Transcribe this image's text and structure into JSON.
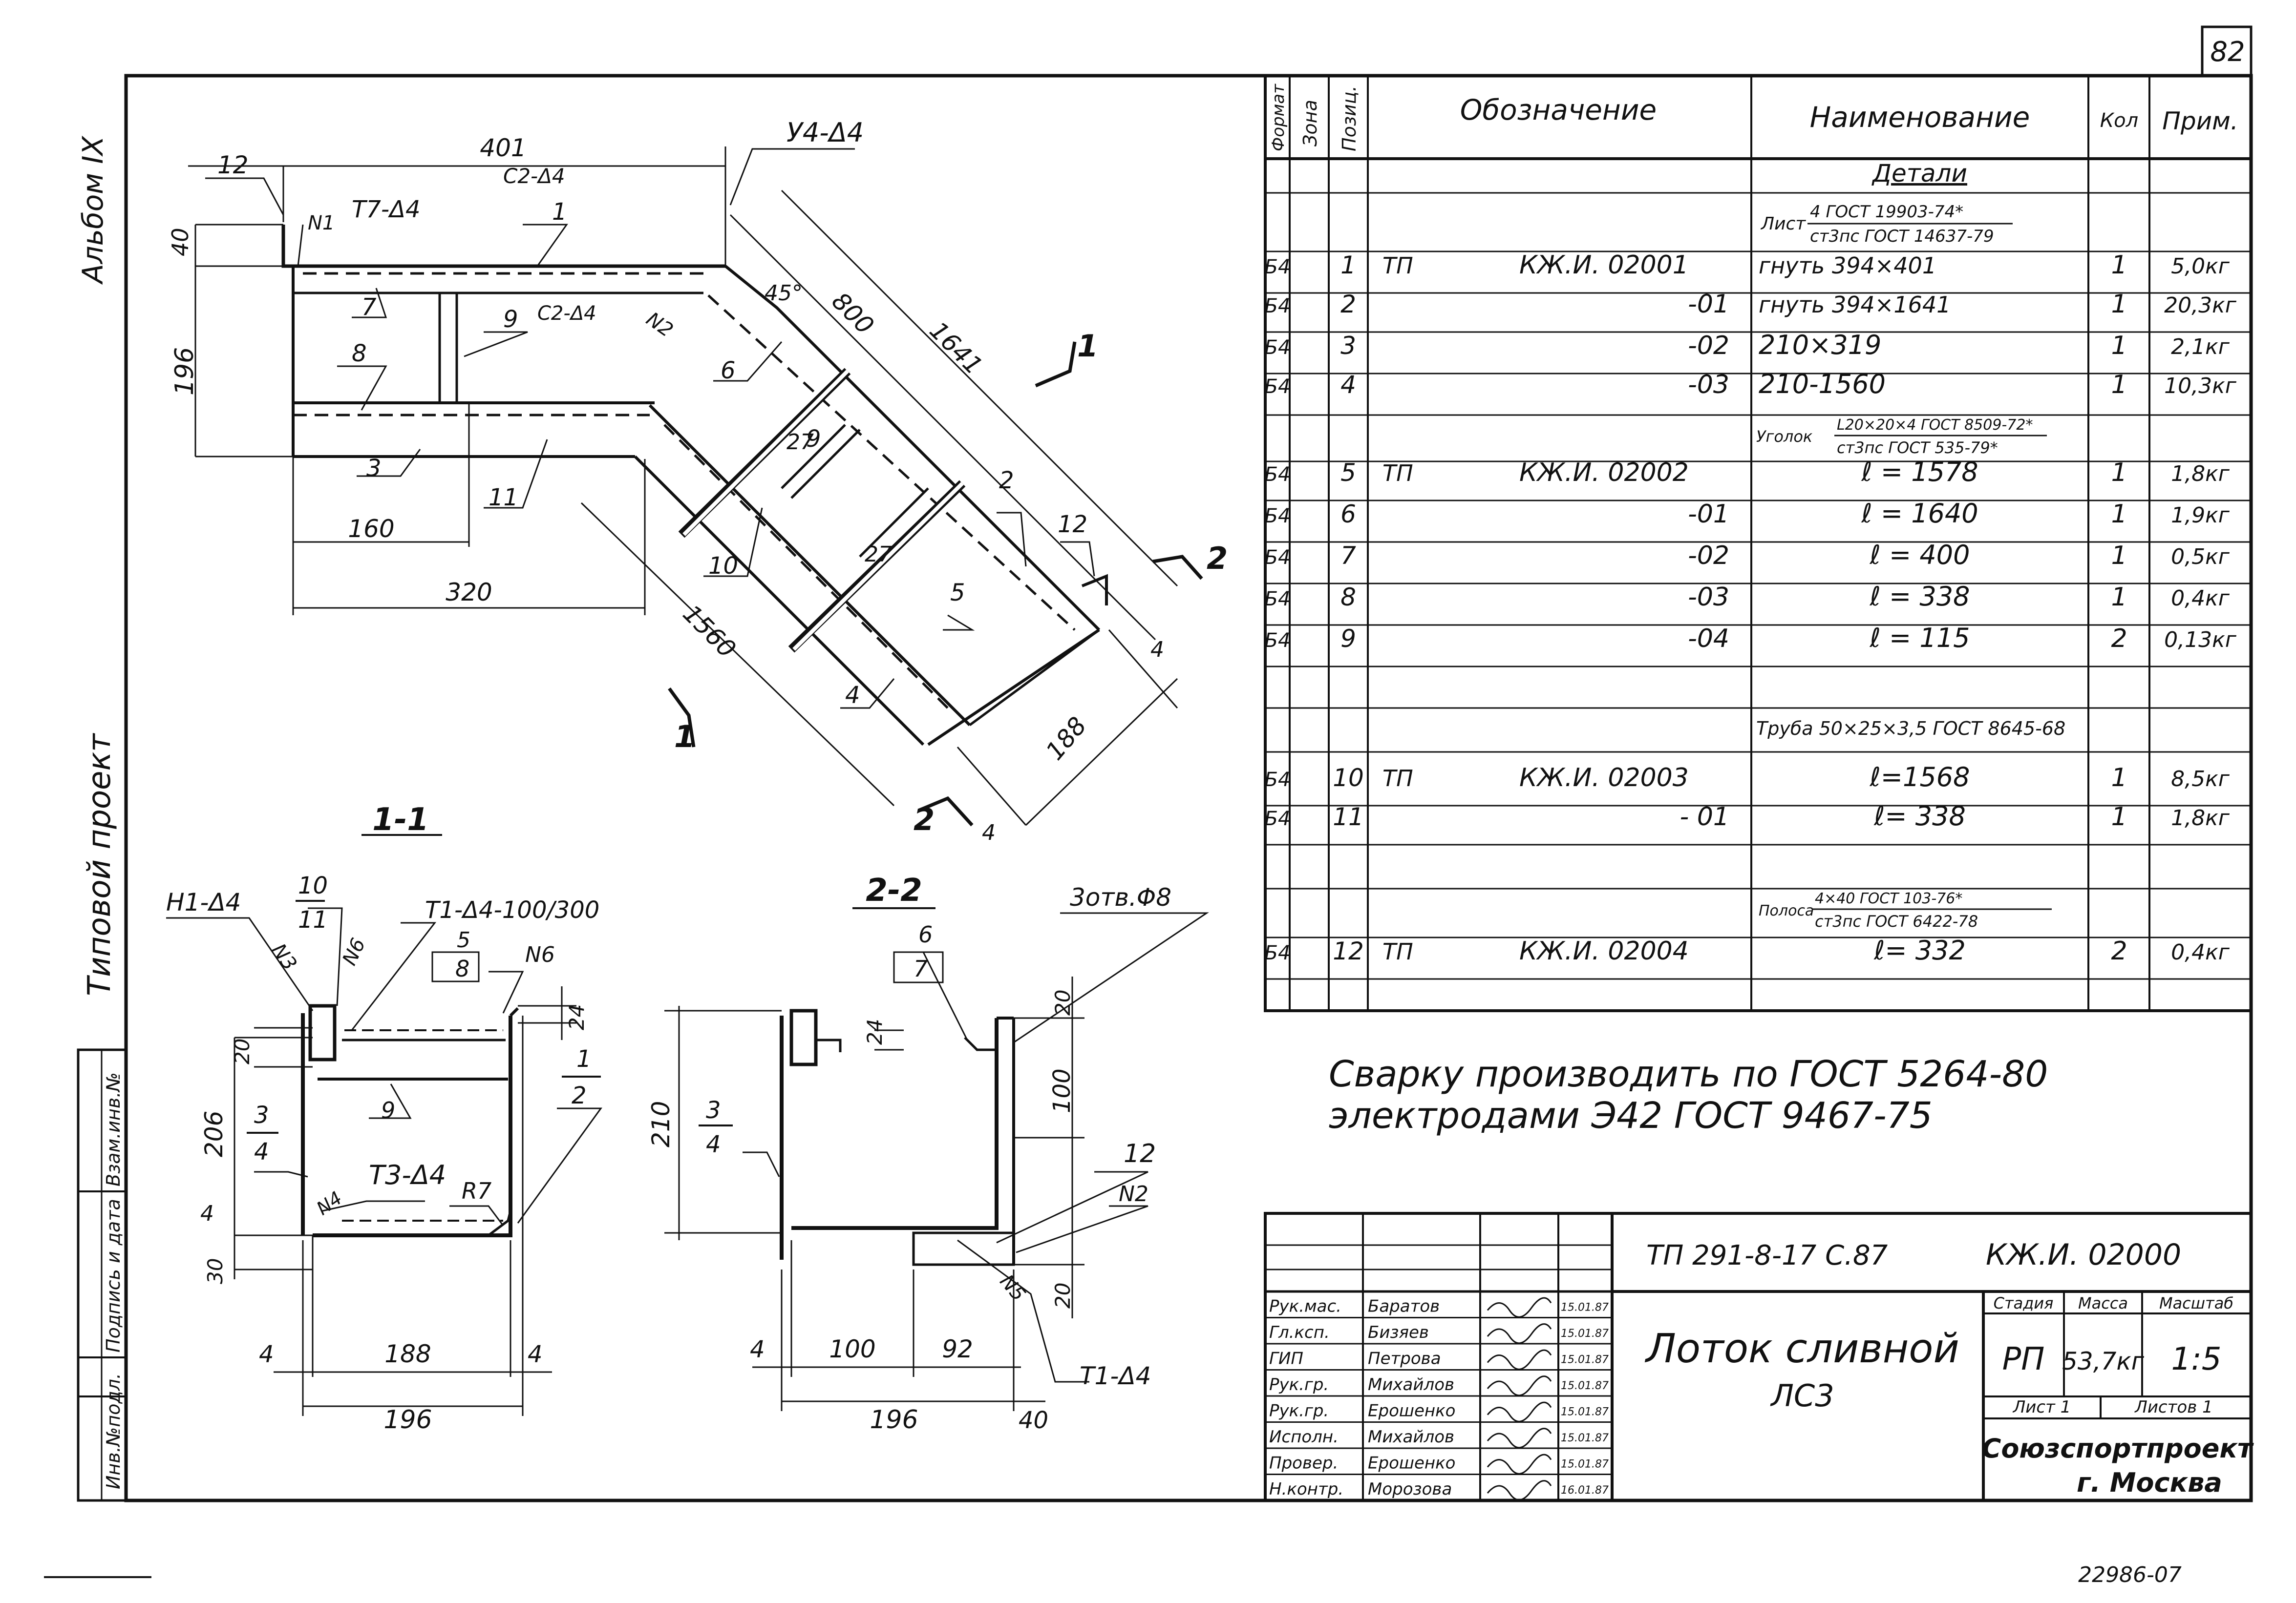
{
  "sheet": {
    "page_number": "82",
    "album": "Альбом IX",
    "typical_project": "Типовой проект",
    "side_stamp": [
      "Инв.№подл.",
      "Подпись и дата",
      "Взам.инв.№"
    ],
    "bottom_number": "22986-07"
  },
  "spec_table": {
    "headers": {
      "format": "Формат",
      "zone": "Зона",
      "position": "Позиц.",
      "designation": "Обозначение",
      "name": "Наименование",
      "qty": "Кол",
      "note": "Прим."
    },
    "section_title": "Детали",
    "sheet_material_label": "Лист",
    "sheet_material_top": "4 ГОСТ 19903-74*",
    "sheet_material_bottom": "ст3пс ГОСТ 14637-79",
    "angle_label": "Уголок",
    "angle_top": "L20×20×4 ГОСТ 8509-72*",
    "angle_bottom": "ст3пс ГОСТ 535-79*",
    "tube_label": "Труба 50×25×3,5 ГОСТ 8645-68",
    "strip_label": "Полоса",
    "strip_top": "4×40 ГОСТ 103-76*",
    "strip_bottom": "ст3пс ГОСТ 6422-78",
    "rows": [
      {
        "format": "Б4",
        "pos": "1",
        "prefix": "ТП",
        "code": "КЖ.И. 02001",
        "name": "гнуть 394×401",
        "qty": "1",
        "note": "5,0кг"
      },
      {
        "format": "Б4",
        "pos": "2",
        "prefix": "",
        "code": "-01",
        "name": "гнуть 394×1641",
        "qty": "1",
        "note": "20,3кг"
      },
      {
        "format": "Б4",
        "pos": "3",
        "prefix": "",
        "code": "-02",
        "name": "210×319",
        "qty": "1",
        "note": "2,1кг"
      },
      {
        "format": "Б4",
        "pos": "4",
        "prefix": "",
        "code": "-03",
        "name": "210-1560",
        "qty": "1",
        "note": "10,3кг"
      },
      {
        "format": "Б4",
        "pos": "5",
        "prefix": "ТП",
        "code": "КЖ.И. 02002",
        "name": "ℓ = 1578",
        "qty": "1",
        "note": "1,8кг"
      },
      {
        "format": "Б4",
        "pos": "6",
        "prefix": "",
        "code": "-01",
        "name": "ℓ = 1640",
        "qty": "1",
        "note": "1,9кг"
      },
      {
        "format": "Б4",
        "pos": "7",
        "prefix": "",
        "code": "-02",
        "name": "ℓ = 400",
        "qty": "1",
        "note": "0,5кг"
      },
      {
        "format": "Б4",
        "pos": "8",
        "prefix": "",
        "code": "-03",
        "name": "ℓ = 338",
        "qty": "1",
        "note": "0,4кг"
      },
      {
        "format": "Б4",
        "pos": "9",
        "prefix": "",
        "code": "-04",
        "name": "ℓ = 115",
        "qty": "2",
        "note": "0,13кг"
      },
      {
        "format": "Б4",
        "pos": "10",
        "prefix": "ТП",
        "code": "КЖ.И. 02003",
        "name": "ℓ=1568",
        "qty": "1",
        "note": "8,5кг"
      },
      {
        "format": "Б4",
        "pos": "11",
        "prefix": "",
        "code": "- 01",
        "name": "ℓ= 338",
        "qty": "1",
        "note": "1,8кг"
      },
      {
        "format": "Б4",
        "pos": "12",
        "prefix": "ТП",
        "code": "КЖ.И. 02004",
        "name": "ℓ= 332",
        "qty": "2",
        "note": "0,4кг"
      }
    ]
  },
  "welding_note": {
    "line1": "Сварку производить по ГОСТ 5264-80",
    "line2": "электродами Э42 ГОСТ 9467-75"
  },
  "title_block": {
    "doc_ref": "ТП 291-8-17 С.87",
    "doc_code": "КЖ.И. 02000",
    "title_line1": "Лоток сливной",
    "title_line2": "ЛС3",
    "stage_label": "Стадия",
    "mass_label": "Масса",
    "scale_label": "Масштаб",
    "stage": "РП",
    "mass": "53,7кг",
    "scale": "1:5",
    "sheet_label": "Лист 1",
    "sheets_label": "Листов 1",
    "org": "Союзспортпроект",
    "city": "г. Москва",
    "staff": [
      {
        "role": "Рук.мас.",
        "name": "Баратов",
        "date": "15.01.87"
      },
      {
        "role": "Гл.ксп.",
        "name": "Бизяев",
        "date": "15.01.87"
      },
      {
        "role": "ГИП",
        "name": "Петрова",
        "date": "15.01.87"
      },
      {
        "role": "Рук.гр.",
        "name": "Михайлов",
        "date": "15.01.87"
      },
      {
        "role": "Рук.гр.",
        "name": "Ерошенко",
        "date": "15.01.87"
      },
      {
        "role": "Исполн.",
        "name": "Михайлов",
        "date": "15.01.87"
      },
      {
        "role": "Провер.",
        "name": "Ерошенко",
        "date": "15.01.87"
      },
      {
        "role": "Н.контр.",
        "name": "Морозова",
        "date": "16.01.87"
      }
    ]
  },
  "plan_view": {
    "dims": {
      "d401": "401",
      "d40": "40",
      "d196": "196",
      "d160": "160",
      "d320": "320",
      "d800": "800",
      "d1641": "1641",
      "d1560": "1560",
      "d188": "188",
      "d4": "4",
      "d45": "45°"
    },
    "labels": {
      "p12": "12",
      "p1": "1",
      "p7": "7",
      "p8": "8",
      "p9": "9",
      "p3": "3",
      "p11": "11",
      "p6": "6",
      "p2": "2",
      "p10": "10",
      "p4": "4",
      "p5": "5",
      "p12b": "12",
      "p9b": "9",
      "n1": "N1",
      "n2": "N2",
      "weld_t7": "Т7-Δ4",
      "weld_c2a": "С2-Δ4",
      "weld_c2b": "С2-Δ4",
      "weld_y4": "У4-Δ4",
      "cut_1a": "1",
      "cut_1b": "1",
      "cut_2a": "2",
      "cut_2b": "2",
      "d27a": "27",
      "d27b": "27"
    }
  },
  "section_11": {
    "title": "1-1",
    "labels": {
      "h1": "Н1-Δ4",
      "n3": "N3",
      "p10": "10",
      "p11": "11",
      "n6a": "N6",
      "t1": "Т1-Δ4-100/300",
      "p5": "5",
      "p8": "8",
      "n6b": "N6",
      "p1": "1",
      "p2": "2",
      "p3": "3",
      "p4": "4",
      "p9": "9",
      "n4": "N4",
      "t3": "Т3-Δ4",
      "r7": "R7"
    },
    "dims": {
      "d24": "24",
      "d20": "20",
      "d206": "206",
      "d4": "4",
      "d30": "30",
      "d4l": "4",
      "d188": "188",
      "d4r": "4",
      "d196": "196"
    }
  },
  "section_22": {
    "title": "2-2",
    "labels": {
      "holes": "3отв.Φ8",
      "p6": "6",
      "p7": "7",
      "p3": "3",
      "p4": "4",
      "p12": "12",
      "n2": "N2",
      "n5": "N5",
      "t1": "Т1-Δ4"
    },
    "dims": {
      "d24": "24",
      "d20": "20",
      "d100v": "100",
      "d210": "210",
      "d20b": "20",
      "d4": "4",
      "d100": "100",
      "d92": "92",
      "d196": "196",
      "d40": "40"
    }
  }
}
